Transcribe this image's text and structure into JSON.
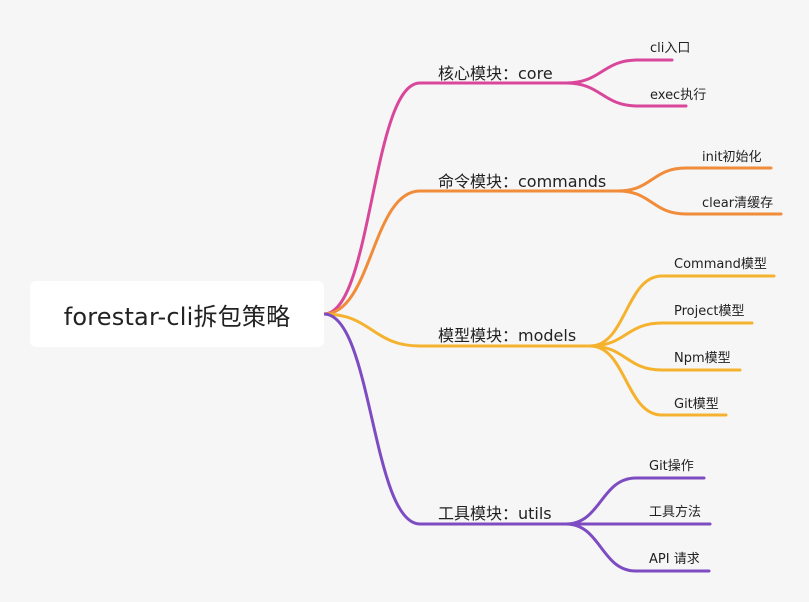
{
  "root": {
    "label": "forestar-cli拆包策略"
  },
  "colors": {
    "core": "#d9479b",
    "commands": "#f08c3a",
    "models": "#f5b22e",
    "utils": "#7e4cc2"
  },
  "branches": {
    "core": {
      "label": "核心模块：core",
      "children": [
        "cli入口",
        "exec执行"
      ]
    },
    "commands": {
      "label": "命令模块：commands",
      "children": [
        "init初始化",
        "clear清缓存"
      ]
    },
    "models": {
      "label": "模型模块：models",
      "children": [
        "Command模型",
        "Project模型",
        "Npm模型",
        "Git模型"
      ]
    },
    "utils": {
      "label": "工具模块：utils",
      "children": [
        "Git操作",
        "工具方法",
        "API 请求"
      ]
    }
  }
}
